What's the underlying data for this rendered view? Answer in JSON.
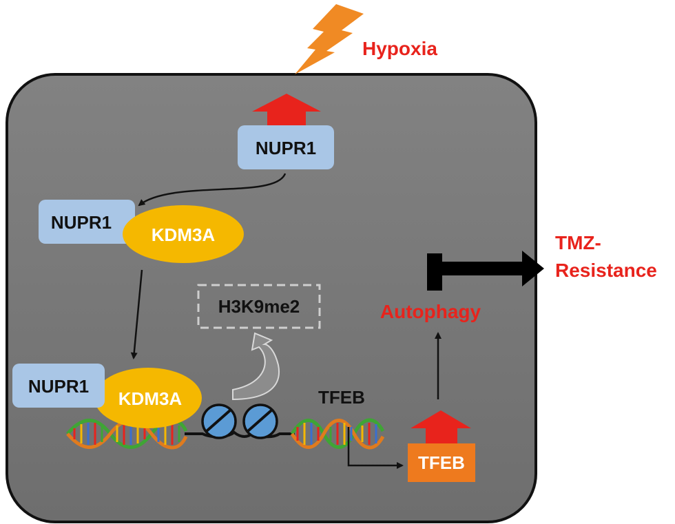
{
  "labels": {
    "hypoxia": "Hypoxia",
    "nupr1_top": "NUPR1",
    "nupr1_complex": "NUPR1",
    "kdm3a_complex": "KDM3A",
    "nupr1_dna": "NUPR1",
    "kdm3a_dna": "KDM3A",
    "h3k9me2": "H3K9me2",
    "tfeb_gene": "TFEB",
    "tfeb_protein": "TFEB",
    "autophagy": "Autophagy",
    "tmz_line1": "TMZ-",
    "tmz_line2": "Resistance"
  },
  "colors": {
    "cell_fill": "#7a7a7a",
    "nupr1_box": "#a9c6e6",
    "kdm3a_ellipse": "#f5b800",
    "red_text": "#e8231c",
    "up_arrow": "#e8231c",
    "lightning": "#f08a24",
    "tfeb_box": "#ee7a1e",
    "nucleosome": "#5b9bd5"
  },
  "icons": {
    "hypoxia_symbol": "lightning-bolt-icon",
    "upregulation_symbol": "up-arrow-icon",
    "chromatin_symbol": "dna-helix-icon",
    "nucleosome_symbol": "nucleosome-icon"
  }
}
